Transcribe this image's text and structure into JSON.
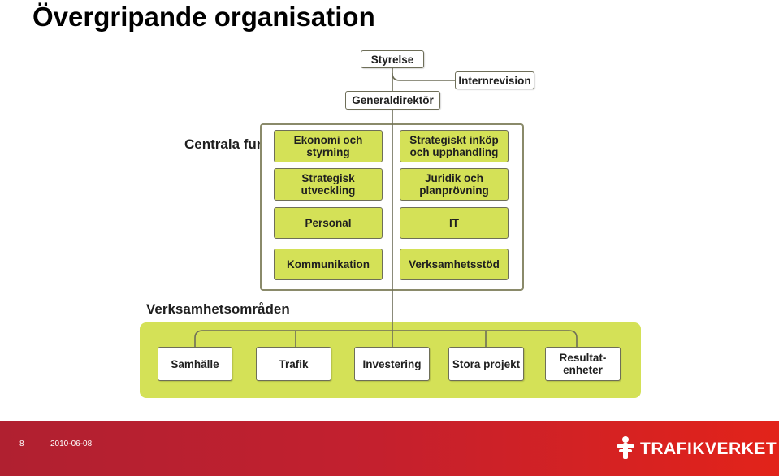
{
  "title": "Övergripande organisation",
  "top": {
    "styrelse": "Styrelse",
    "internrevision": "Internrevision",
    "generaldirektor": "Generaldirektör"
  },
  "central": {
    "label": "Centrala funktioner",
    "boxes": [
      "Ekonomi och styrning",
      "Strategiskt inköp och upphandling",
      "Strategisk utveckling",
      "Juridik och planprövning",
      "Personal",
      "IT",
      "Kommunikation",
      "Verksamhetsstöd"
    ]
  },
  "verksamhet": {
    "label": "Verksamhetsområden",
    "boxes": [
      "Samhälle",
      "Trafik",
      "Investering",
      "Stora projekt",
      "Resultat-enheter"
    ]
  },
  "footer": {
    "page_number": "8",
    "date": "2010-06-08",
    "logo_text": "TRAFIKVERKET"
  },
  "colors": {
    "green": "#d4e157",
    "footer_red": "#c2202f",
    "line": "#6e6e58"
  }
}
